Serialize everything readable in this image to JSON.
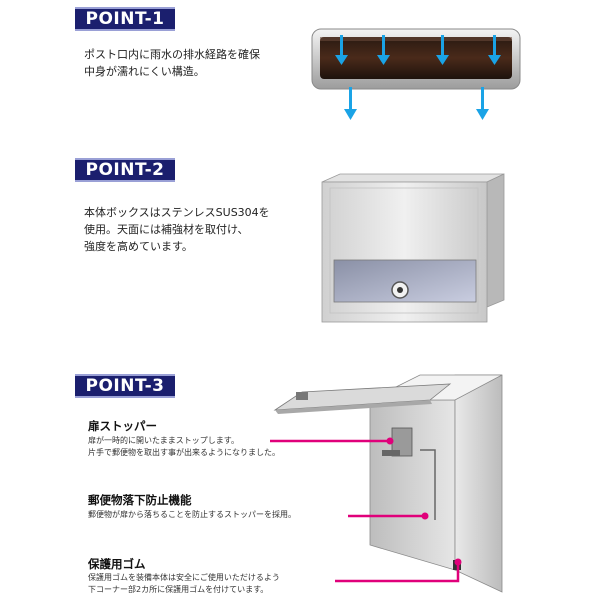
{
  "point1": {
    "badge": "POINT-1",
    "lines": [
      "ポスト口内に雨水の排水経路を確保",
      "中身が濡れにくい構造。"
    ]
  },
  "point2": {
    "badge": "POINT-2",
    "lines": [
      "本体ボックスはステンレスSUS304を",
      "使用。天面には補強材を取付け、",
      "強度を高めています。"
    ]
  },
  "point3": {
    "badge": "POINT-3",
    "features": [
      {
        "title": "扉ストッパー",
        "lines": [
          "扉が一時的に開いたままストップします。",
          "片手で郵便物を取出す事が出来るようになりました。"
        ]
      },
      {
        "title": "郵便物落下防止機能",
        "lines": [
          "郵便物が扉から落ちることを防止するストッパーを採用。"
        ]
      },
      {
        "title": "保護用ゴム",
        "lines": [
          "保護用ゴムを装備本体は安全にご使用いただけるよう",
          "下コーナー部2カ所に保護用ゴムを付けています。"
        ]
      }
    ]
  },
  "colors": {
    "badge_bg": "#1b1f6e",
    "callout": "#e0007a",
    "arrow": "#1aa3e6"
  }
}
